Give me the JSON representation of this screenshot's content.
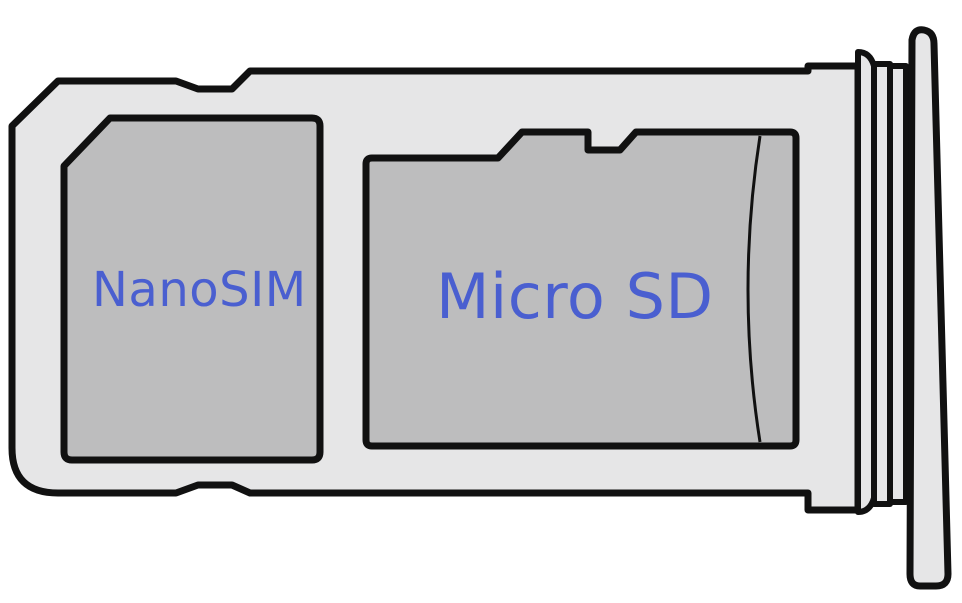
{
  "diagram": {
    "slots": [
      {
        "id": "nano-sim",
        "label": "NanoSIM"
      },
      {
        "id": "micro-sd",
        "label": "Micro SD"
      }
    ]
  },
  "colors": {
    "tray_fill": "#e6e6e7",
    "card_fill": "#bdbdbe",
    "outline": "#111111",
    "label_text": "#4a5fd0",
    "background": "#ffffff"
  }
}
